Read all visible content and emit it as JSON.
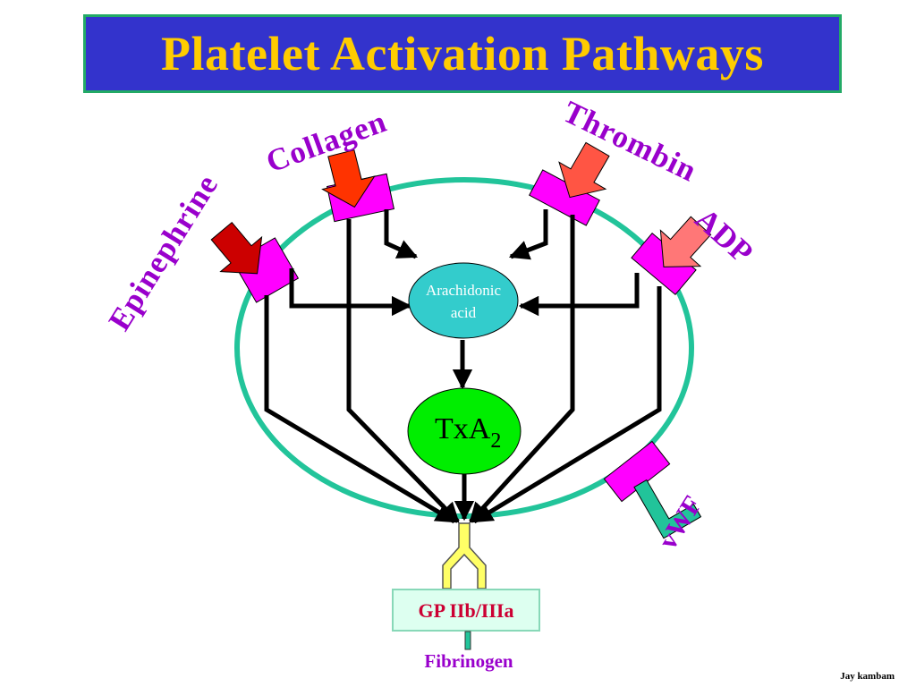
{
  "title": "Platelet Activation Pathways",
  "agonists": {
    "epinephrine": "Epinephrine",
    "collagen": "Collagen",
    "thrombin": "Thrombin",
    "adp": "ADP",
    "vwf": "vWF"
  },
  "center": {
    "arachidonic_line1": "Arachidonic",
    "arachidonic_line2": "acid",
    "txa": "TxA",
    "txa_sub": "2"
  },
  "receptor": {
    "label": "GP IIb/IIIa"
  },
  "ligand": {
    "label": "Fibrinogen"
  },
  "author": "Jay kambam",
  "colors": {
    "title_bg": "#3333cc",
    "title_text": "#ffcc00",
    "title_border": "#22aa66",
    "label_purple": "#9900cc",
    "membrane": "#22c49a",
    "receptor_magenta": "#ff00ff",
    "arachidonic_fill": "#33cccc",
    "txa_fill": "#00ee00",
    "integrin_yellow": "#ffff66",
    "gp_text": "#cc0033"
  }
}
